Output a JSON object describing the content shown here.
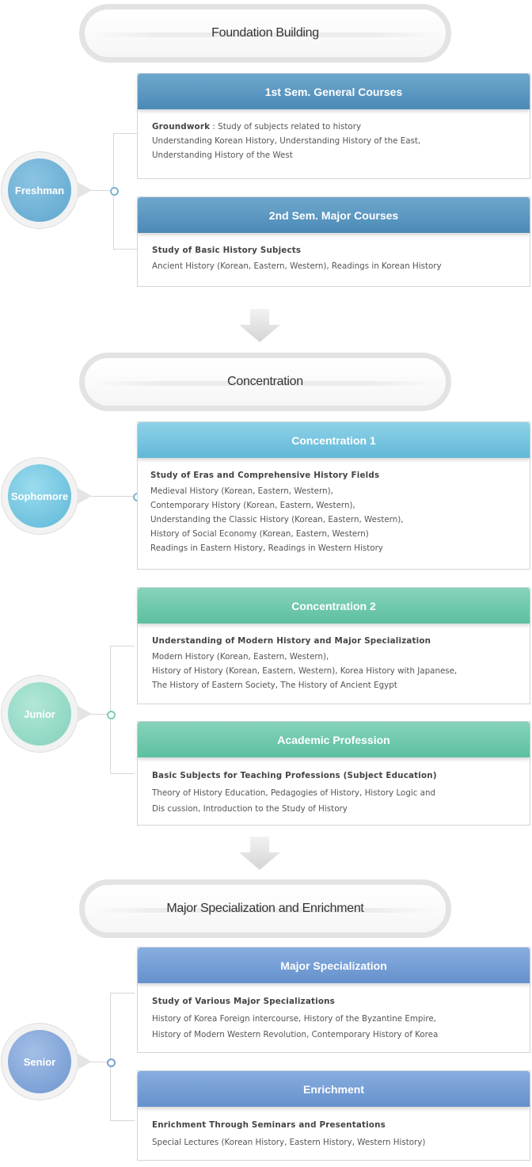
{
  "stages": {
    "foundation": "Foundation Building",
    "concentration": "Concentration",
    "major": "Major Specialization and Enrichment"
  },
  "levels": {
    "freshman": "Freshman",
    "sophomore": "Sophomore",
    "junior": "Junior",
    "senior": "Senior"
  },
  "boxes": {
    "sem1": {
      "title": "1st Sem. General Courses",
      "heading": "Groundwork",
      "heading_desc": " : Study of subjects related to history",
      "lines": [
        "Understanding Korean History, Understanding History of the East,",
        "Understanding History of the West"
      ]
    },
    "sem2": {
      "title": "2nd Sem. Major Courses",
      "heading": "Study of Basic History Subjects",
      "lines": [
        "Ancient History (Korean, Eastern, Western), Readings in Korean History"
      ]
    },
    "conc1": {
      "title": "Concentration 1",
      "heading": "Study of Eras and Comprehensive History Fields",
      "lines": [
        "Medieval History (Korean, Eastern, Western),",
        "Contemporary History (Korean, Eastern, Western),",
        "Understanding the Classic History (Korean, Eastern, Western),",
        "History of Social Economy (Korean, Eastern, Western)",
        "Readings in Eastern History, Readings in Western History"
      ]
    },
    "conc2": {
      "title": "Concentration 2",
      "heading": "Understanding of Modern History and Major Specialization",
      "lines": [
        "Modern History (Korean, Eastern, Western),",
        "History of History (Korean, Eastern, Western), Korea History with Japanese,",
        "The History of Eastern Society, The History of Ancient Egypt"
      ]
    },
    "academic": {
      "title": "Academic Profession",
      "heading": "Basic Subjects for Teaching Professions (Subject Education)",
      "lines": [
        "Theory of History Education, Pedagogies of History, History Logic and",
        "Dis cussion, Introduction to the Study of History"
      ]
    },
    "majorspec": {
      "title": "Major Specialization",
      "heading": "Study of Various Major Specializations",
      "lines": [
        "History of Korea Foreign intercourse, History of the Byzantine Empire,",
        "History of Modern Western Revolution, Contemporary History of Korea"
      ]
    },
    "enrich": {
      "title": "Enrichment",
      "heading": "Enrichment Through Seminars and Presentations",
      "lines": [
        "Special Lectures (Korean History, Eastern History, Western History)"
      ]
    }
  },
  "colors": {
    "freshman": "#5ea6cf",
    "sophomore": "#6cc3df",
    "junior": "#8ad6c2",
    "senior": "#7a9fd6"
  }
}
